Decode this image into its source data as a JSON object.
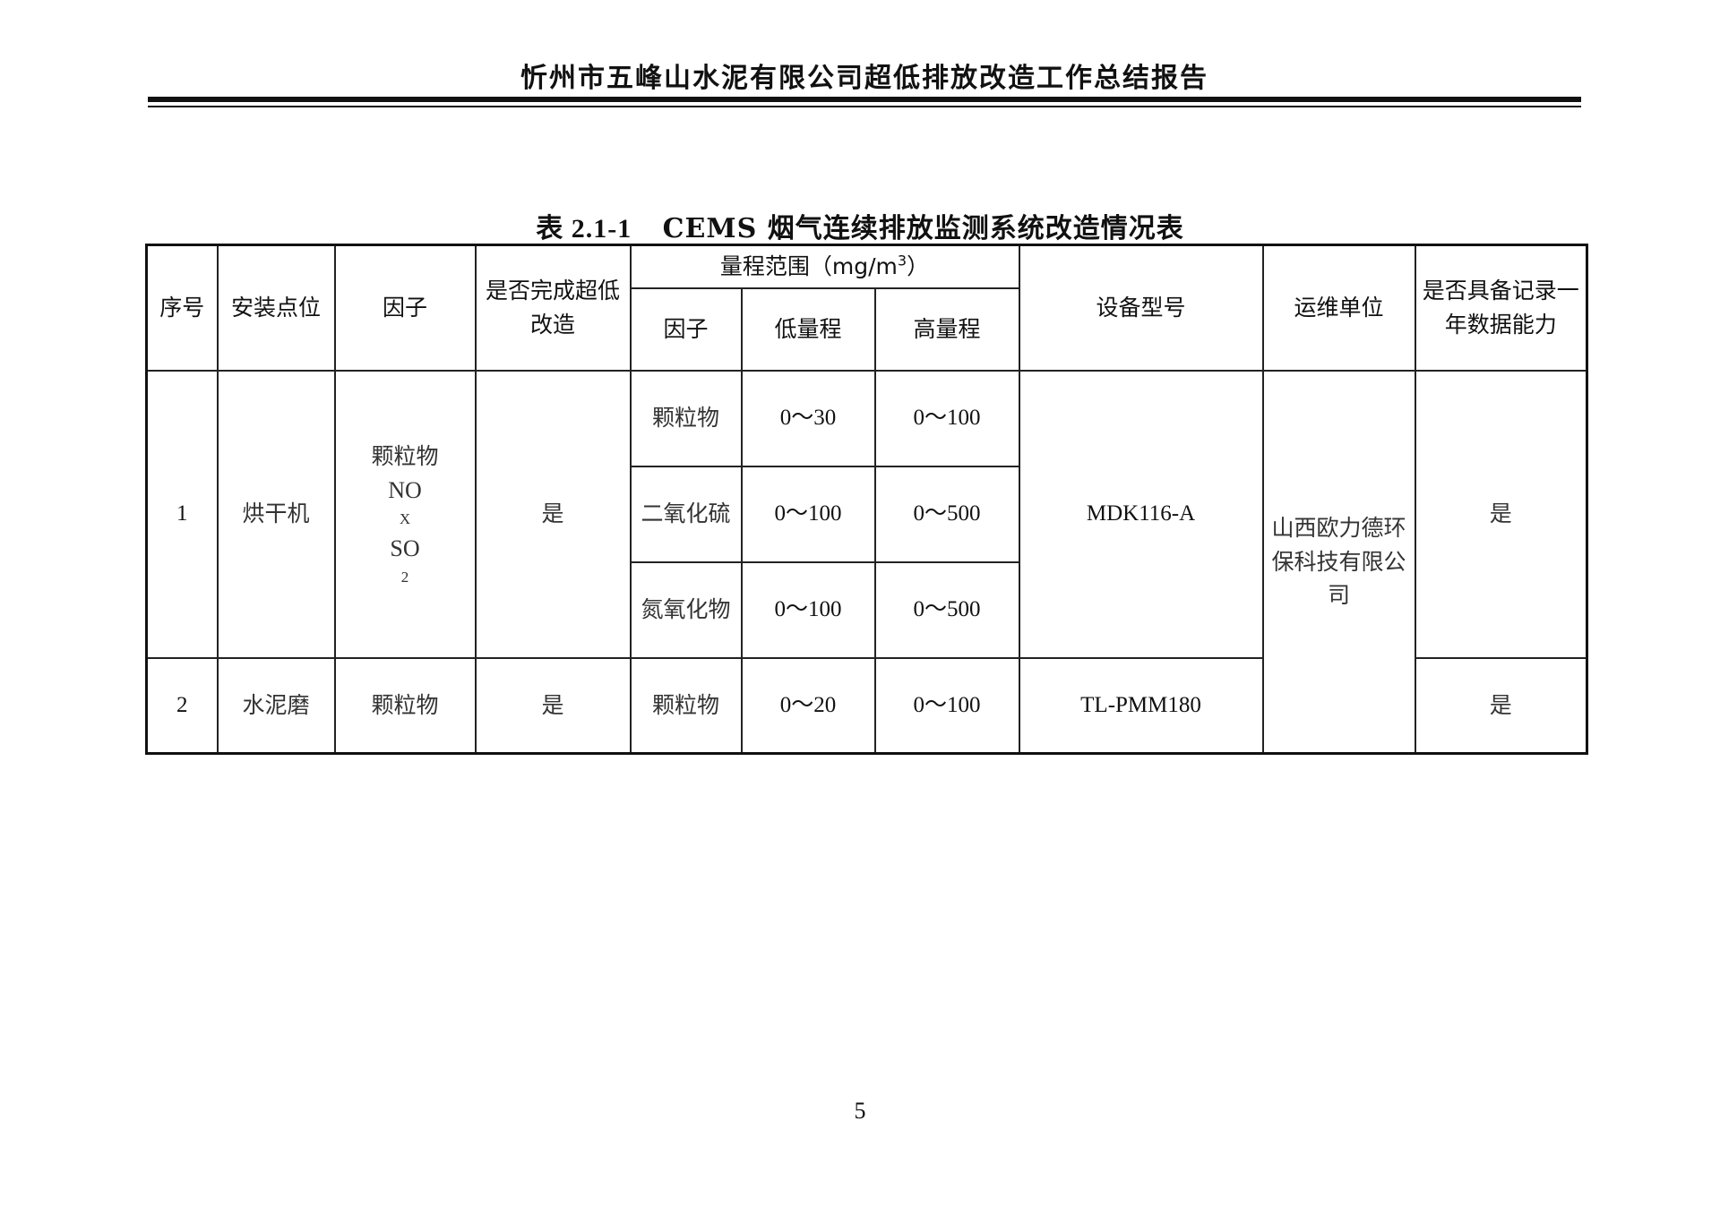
{
  "header": {
    "title": "忻州市五峰山水泥有限公司超低排放改造工作总结报告"
  },
  "caption": {
    "prefix": "表 2.1-1",
    "title": "CEMS 烟气连续排放监测系统改造情况表"
  },
  "table": {
    "headers": {
      "seq": "序号",
      "location": "安装点位",
      "factor": "因子",
      "retrofit": "是否完成超低改造",
      "range_group": "量程范围（mg/m",
      "range_unit_sup": "3",
      "range_close": "）",
      "range_factor": "因子",
      "low_range": "低量程",
      "high_range": "高量程",
      "model": "设备型号",
      "operator": "运维单位",
      "record": "是否具备记录一年数据能力"
    },
    "rows": [
      {
        "seq": "1",
        "location": "烘干机",
        "factors": [
          "颗粒物",
          "NO",
          "X",
          "SO",
          "2"
        ],
        "retrofit": "是",
        "ranges": [
          {
            "factor": "颗粒物",
            "low": "0～30",
            "high": "0～100"
          },
          {
            "factor": "二氧化硫",
            "low": "0～100",
            "high": "0～500"
          },
          {
            "factor": "氮氧化物",
            "low": "0～100",
            "high": "0～500"
          }
        ],
        "model": "MDK116-A",
        "record": "是"
      },
      {
        "seq": "2",
        "location": "水泥磨",
        "factor": "颗粒物",
        "retrofit": "是",
        "ranges": [
          {
            "factor": "颗粒物",
            "low": "0～20",
            "high": "0～100"
          }
        ],
        "model": "TL-PMM180",
        "record": "是"
      }
    ],
    "operator": "山西欧力德环保科技有限公司"
  },
  "footer": {
    "page_number": "5"
  }
}
